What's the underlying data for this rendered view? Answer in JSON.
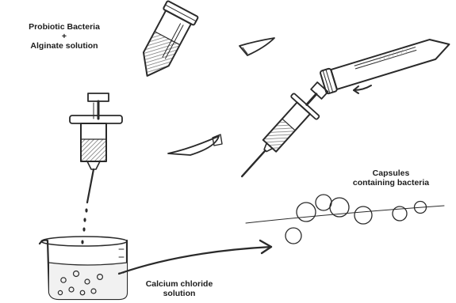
{
  "labels": {
    "probiotic_line1": "Probiotic Bacteria",
    "probiotic_line2": "+",
    "probiotic_line3": "Alginate solution",
    "capsules_line1": "Capsules",
    "capsules_line2": "containing bacteria",
    "calcium_line1": "Calcium chloride",
    "calcium_line2": "solution"
  },
  "icons": [
    "tube-with-solution-icon",
    "tube-cap-icon",
    "tube-cap-icon",
    "tube-pouring-icon",
    "syringe-filling-icon",
    "syringe-dropping-icon",
    "beaker-icon",
    "capsule-beads-icon",
    "curved-arrow-icon"
  ],
  "colors": {
    "ink": "#2a2a2a",
    "shade": "#9a9a9a",
    "dark_shade": "#5a5a5a"
  }
}
